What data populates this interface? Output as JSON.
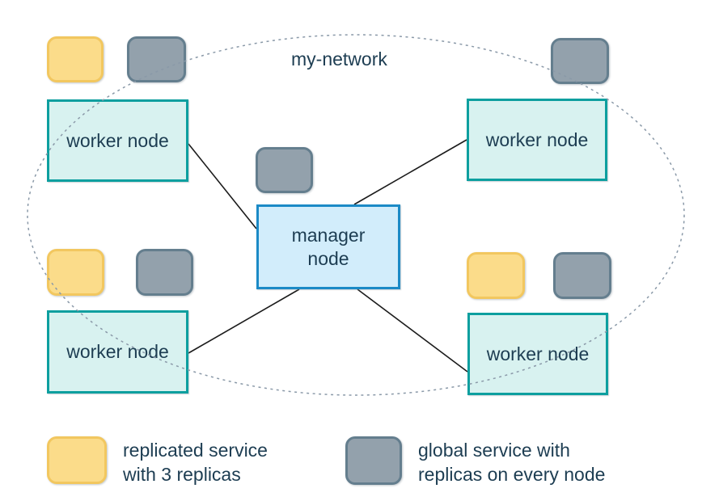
{
  "network": {
    "label": "my-network"
  },
  "nodes": {
    "manager": {
      "label": "manager\nnode"
    },
    "workers": [
      {
        "label": "worker node",
        "position": "top-left"
      },
      {
        "label": "worker node",
        "position": "top-right"
      },
      {
        "label": "worker node",
        "position": "bottom-left"
      },
      {
        "label": "worker node",
        "position": "bottom-right"
      }
    ]
  },
  "legend": {
    "replicated": {
      "label": "replicated service\nwith 3 replicas"
    },
    "global": {
      "label": "global service with\nreplicas on every node"
    }
  },
  "icons": {
    "replicated_service": "replicated-service-square",
    "global_service": "global-service-square"
  },
  "colors": {
    "replicated_fill": "#fbdc8a",
    "replicated_border": "#f2c75f",
    "global_fill": "#93a1ac",
    "global_border": "#647e8e",
    "worker_fill": "#d8f2f0",
    "worker_border": "#0d9f9f",
    "manager_fill": "#d2edfb",
    "manager_border": "#1b8ac6",
    "text": "#1d3d52",
    "network_dash": "#8a99a8",
    "connector_line": "#1b1b1b"
  }
}
